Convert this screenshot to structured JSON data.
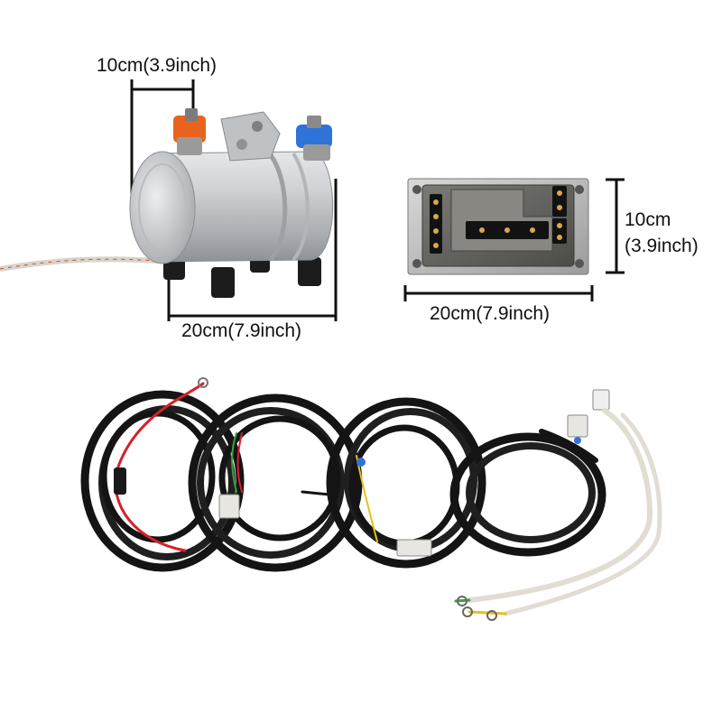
{
  "compressor": {
    "width_label": "10cm(3.9inch)",
    "length_label": "20cm(7.9inch)"
  },
  "controller": {
    "height_label_cm": "10cm",
    "height_label_inch": "(3.9inch)",
    "width_label": "20cm(7.9inch)"
  },
  "colors": {
    "orange_valve": "#e8641e",
    "blue_valve": "#2f73d8",
    "red_wire": "#d8202a",
    "green_wire": "#3aa53a",
    "yellow_wire": "#e3c21d"
  }
}
